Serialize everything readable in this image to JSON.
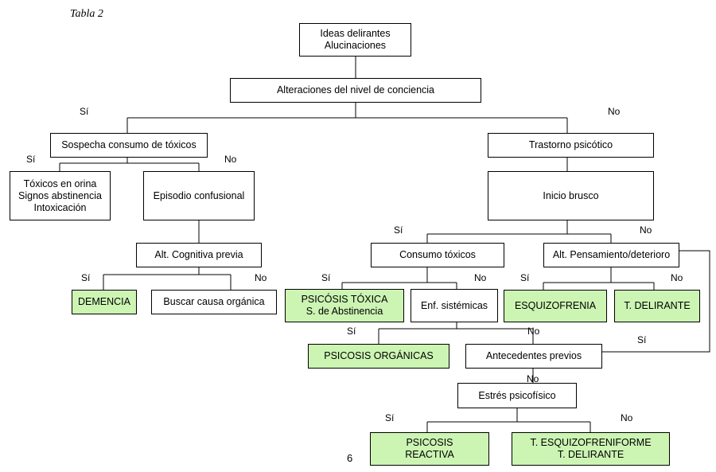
{
  "caption": "Tabla 2",
  "page_number": "6",
  "nodes": {
    "ideas": "Ideas delirantes\nAlucinaciones",
    "alteraciones": "Alteraciones del nivel de conciencia",
    "sospecha": "Sospecha consumo de tóxicos",
    "trastorno": "Trastorno psicótico",
    "toxicos_orina": "Tóxicos en orina\nSignos abstinencia\nIntoxicación",
    "episodio": "Episodio confusional",
    "inicio": "Inicio brusco",
    "alt_cognitiva": "Alt. Cognitiva previa",
    "consumo": "Consumo tóxicos",
    "alt_pensamiento": "Alt. Pensamiento/deterioro",
    "demencia": "DEMENCIA",
    "buscar": "Buscar causa orgánica",
    "psicosis_toxica": "PSICÓSIS TÓXICA\nS. de Abstinencia",
    "enf_sistemicas": "Enf. sistémicas",
    "esquizofrenia": "ESQUIZOFRENIA",
    "t_delirante": "T. DELIRANTE",
    "psicosis_organicas": "PSICOSIS ORGÁNICAS",
    "antecedentes": "Antecedentes previos",
    "estres": "Estrés psicofísico",
    "psicosis_reactiva": "PSICOSIS\nREACTIVA",
    "esquizofreniforme": "T. ESQUIZOFRENIFORME\nT. DELIRANTE"
  },
  "labels": {
    "si": "Sí",
    "no": "No"
  }
}
